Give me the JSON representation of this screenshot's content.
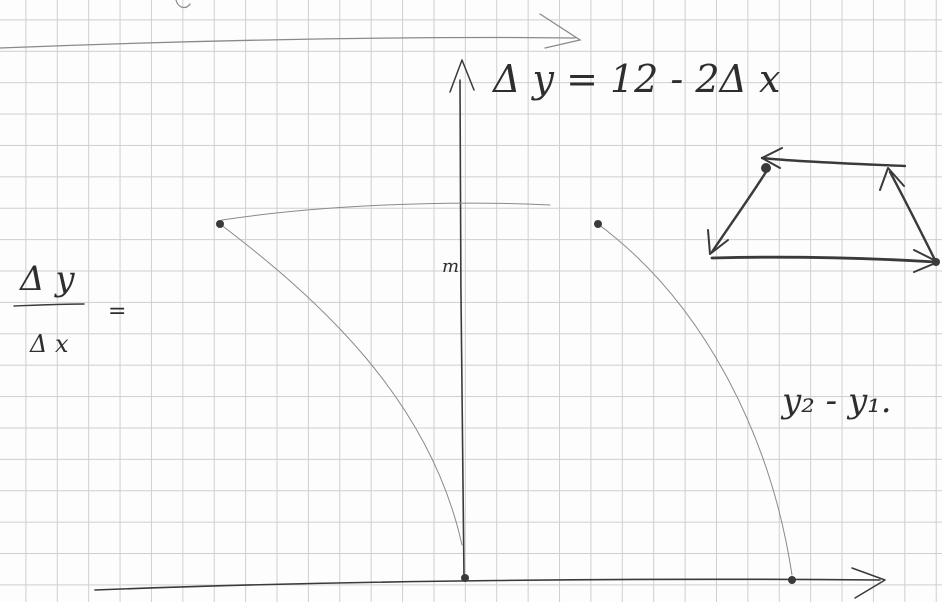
{
  "notes": {
    "equation": "Δ y = 12 - 2Δ x",
    "ratio_numerator": "Δ y",
    "ratio_denominator": "Δ x",
    "ratio_equals": "=",
    "mid_label": "m",
    "difference": "y₂ - y₁."
  }
}
